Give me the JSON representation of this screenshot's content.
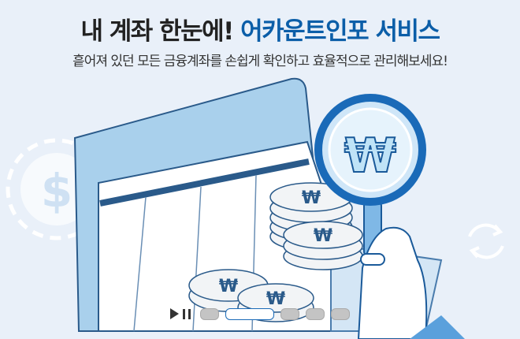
{
  "banner": {
    "title_main": "내 계좌 한눈에!",
    "title_accent": "어카운트인포 서비스",
    "subtitle": "흩어져 있던 모든 금융계좌를 손쉽게 확인하고 효율적으로 관리해보세요!",
    "colors": {
      "accent": "#0b5ea8",
      "background": "#e9f0f9"
    },
    "icons": [
      "dollar-coin-icon",
      "refresh-icon",
      "won-coin-icon",
      "magnifier-icon",
      "folder-icon"
    ]
  },
  "carousel": {
    "slide_count": 5,
    "active_index": 1,
    "play_label": "play",
    "pause_label": "pause"
  }
}
